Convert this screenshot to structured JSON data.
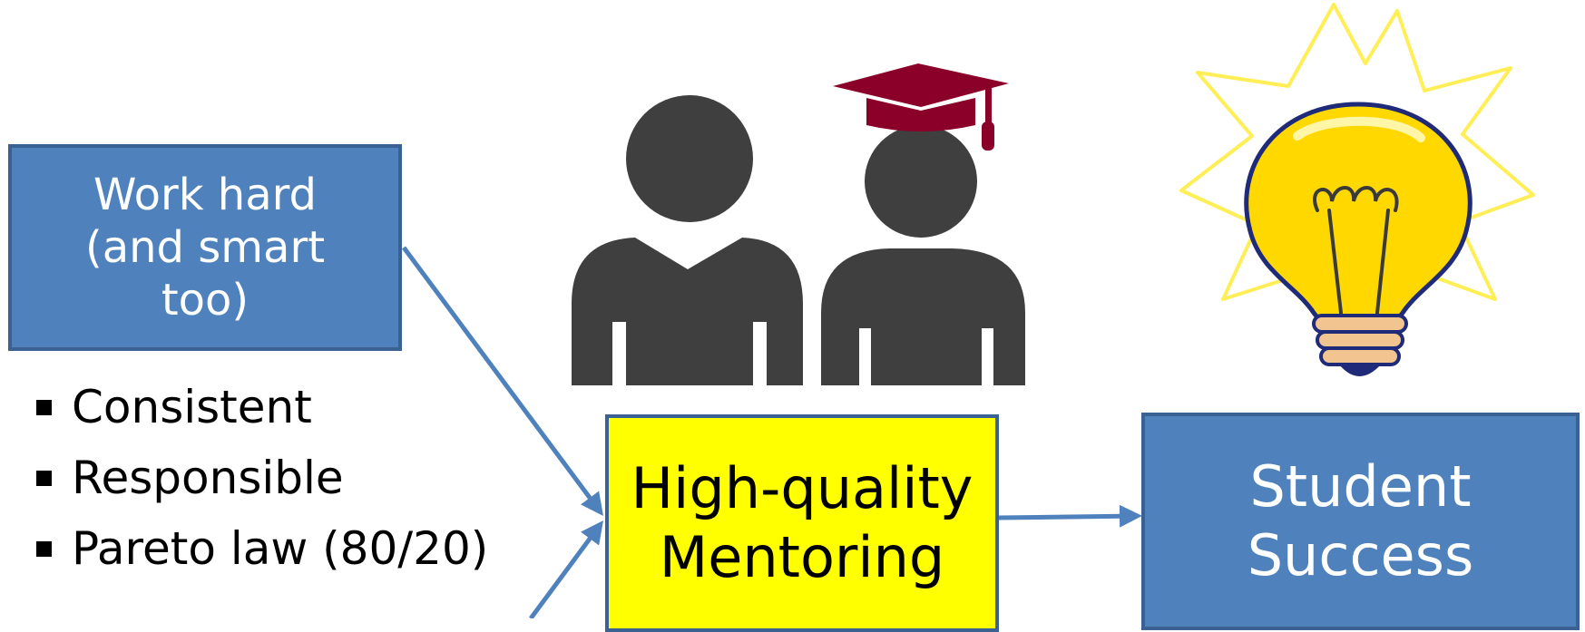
{
  "boxes": {
    "work": "Work hard\n(and smart\ntoo)",
    "mentoring": "High-quality\nMentoring",
    "success": "Student\nSuccess"
  },
  "traits": [
    "Consistent",
    "Responsible",
    "Pareto law (80/20)"
  ],
  "icons": [
    "mentor-icon",
    "graduate-icon",
    "graduation-cap-icon",
    "light-bulb-icon"
  ],
  "colors": {
    "box_blue": "#4F81BD",
    "box_border": "#3A6192",
    "highlight_yellow": "#FFFF00",
    "arrow": "#4F81BD",
    "figure_gray": "#3F3F3F",
    "cap_maroon": "#8B0028",
    "bulb_yellow": "#FFD800",
    "glow_yellow": "#FFEE55"
  }
}
